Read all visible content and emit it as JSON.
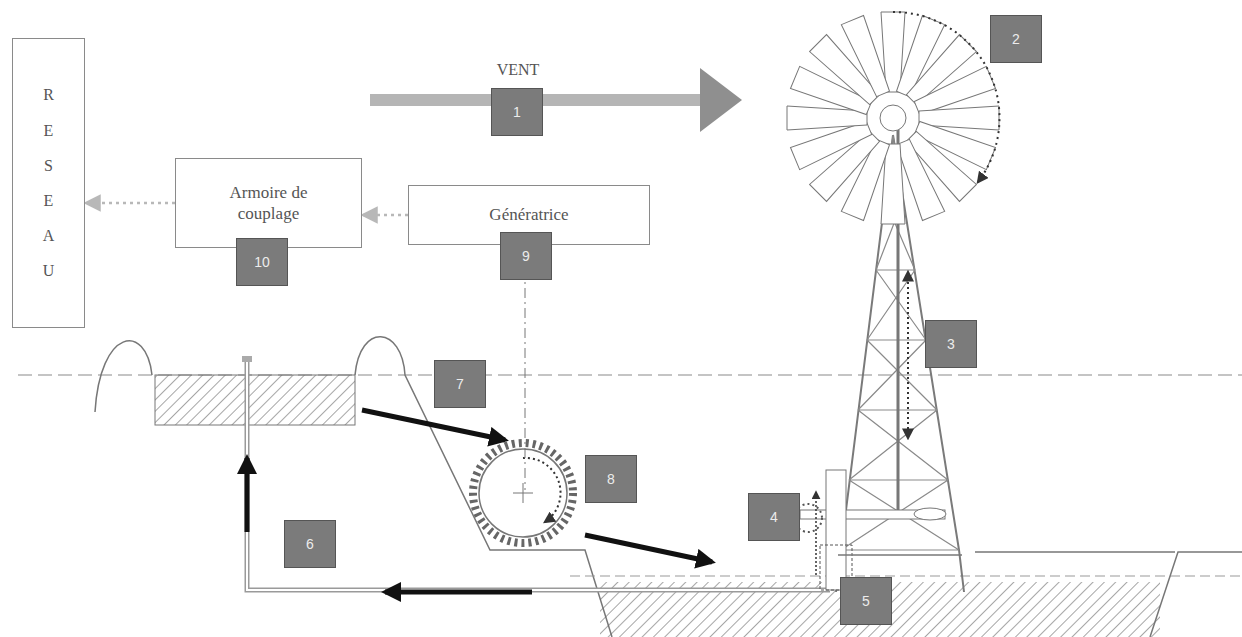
{
  "diagram": {
    "nodes": [
      {
        "text": [
          "RESEAU"
        ]
      },
      {
        "text": [
          "Armoire de couplage"
        ]
      },
      {
        "text": [
          "Génératrice"
        ]
      }
    ],
    "edges": [
      {
        "from": 2,
        "to": 1,
        "arrow": "to"
      },
      {
        "from": 1,
        "to": 0,
        "arrow": "to"
      }
    ],
    "labels": [
      "VENT",
      "1",
      "2",
      "3",
      "4",
      "5",
      "6",
      "7",
      "8",
      "9",
      "10"
    ]
  }
}
